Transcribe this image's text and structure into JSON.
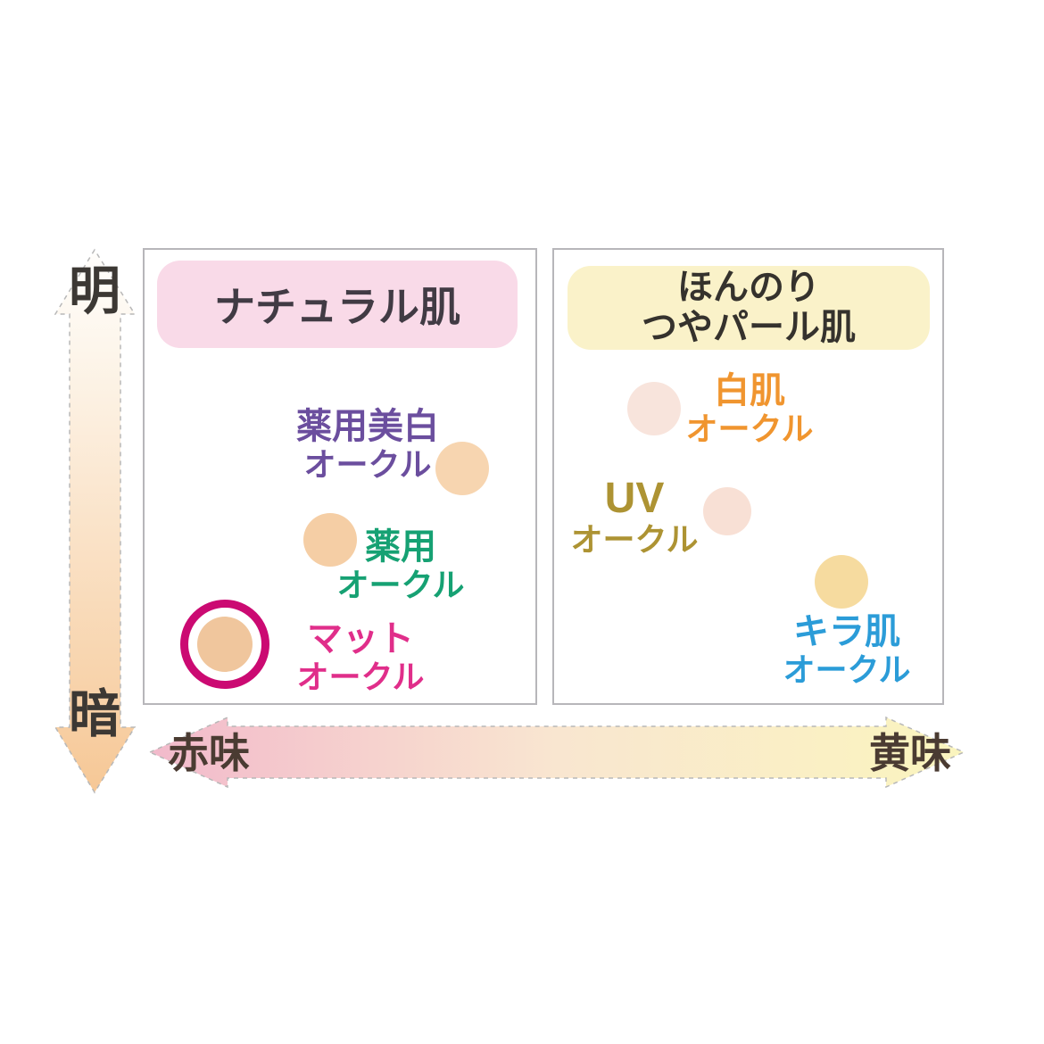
{
  "axes": {
    "vertical": {
      "top": "明",
      "bottom": "暗"
    },
    "horizontal": {
      "left": "赤味",
      "right": "黄味"
    }
  },
  "panels": {
    "natural": {
      "header": "ナチュラル肌",
      "markers": {
        "yakuyo_bihaku": {
          "line1": "薬用美白",
          "line2": "オークル",
          "text_color": "#6b4e9e",
          "dot_color": "#f7d5b0",
          "highlighted": false
        },
        "yakuyo": {
          "line1": "薬用",
          "line2": "オークル",
          "text_color": "#16a173",
          "dot_color": "#f5cea5",
          "highlighted": false
        },
        "matte": {
          "line1": "マット",
          "line2": "オークル",
          "text_color": "#e02e8a",
          "dot_color": "#f0c69d",
          "highlighted": true,
          "ring_color": "#cb0a72"
        }
      }
    },
    "pearl": {
      "header_line1": "ほんのり",
      "header_line2": "つやパール肌",
      "markers": {
        "shirohada": {
          "line1": "白肌",
          "line2": "オークル",
          "text_color": "#f0952f",
          "dot_color": "#f8e4dc",
          "highlighted": false
        },
        "uv": {
          "line1": "UV",
          "line2": "オークル",
          "text_color": "#ad9333",
          "dot_color": "#f8e0d5",
          "highlighted": false
        },
        "kirahada": {
          "line1": "キラ肌",
          "line2": "オークル",
          "text_color": "#2b9cd8",
          "dot_color": "#f6db9f",
          "highlighted": false
        }
      }
    }
  },
  "colors": {
    "natural_header_bg": "#f9dae8",
    "pearl_header_bg": "#faf2c9",
    "panel_border": "#b7b6ba",
    "arrow_outline": "#b8b8b8",
    "vertical_arrow_gradient": [
      "#fffefc",
      "#f6c795"
    ],
    "horizontal_arrow_gradient": [
      "#f2b9cb",
      "#f9e6d0",
      "#faf5be"
    ],
    "axis_label_text": "#3c3834",
    "tint_label_text": "#4a3b32"
  },
  "chart_data": {
    "type": "scatter",
    "title": "",
    "x_axis": {
      "label_left": "赤味",
      "label_right": "黄味",
      "range": [
        0,
        100
      ],
      "grid": false
    },
    "y_axis": {
      "label_bottom": "暗",
      "label_top": "明",
      "range": [
        0,
        100
      ],
      "grid": false
    },
    "legend_position": "panel-headers",
    "groups": [
      {
        "name": "ナチュラル肌",
        "points": [
          {
            "label": "薬用美白オークル",
            "x": 40,
            "y": 60,
            "label_color": "#6b4e9e",
            "dot_color": "#f7d5b0",
            "highlighted": false
          },
          {
            "label": "薬用オークル",
            "x": 23,
            "y": 47,
            "label_color": "#16a173",
            "dot_color": "#f5cea5",
            "highlighted": false
          },
          {
            "label": "マットオークル",
            "x": 10,
            "y": 28,
            "label_color": "#e02e8a",
            "dot_color": "#f0c69d",
            "highlighted": true
          }
        ]
      },
      {
        "name": "ほんのりつやパール肌",
        "points": [
          {
            "label": "白肌オークル",
            "x": 64,
            "y": 71,
            "label_color": "#f0952f",
            "dot_color": "#f8e4dc",
            "highlighted": false
          },
          {
            "label": "UVオークル",
            "x": 73,
            "y": 52,
            "label_color": "#ad9333",
            "dot_color": "#f8e0d5",
            "highlighted": false
          },
          {
            "label": "キラ肌オークル",
            "x": 87,
            "y": 39,
            "label_color": "#2b9cd8",
            "dot_color": "#f6db9f",
            "highlighted": false
          }
        ]
      }
    ]
  }
}
